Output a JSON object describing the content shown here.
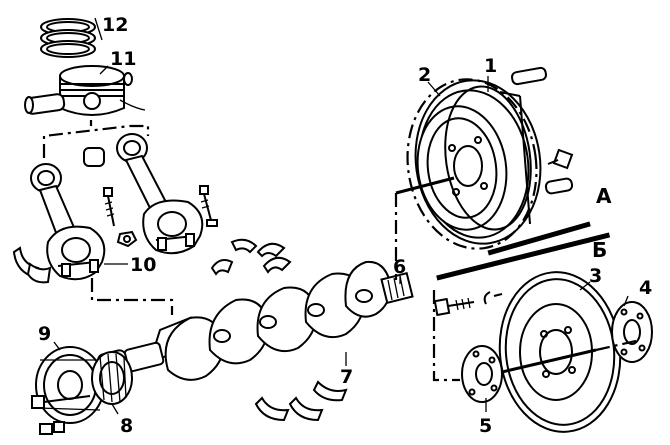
{
  "labels": {
    "l1": "1",
    "l2": "2",
    "l3": "3",
    "l4": "4",
    "l5": "5",
    "l6": "6",
    "l7": "7",
    "l8": "8",
    "l9": "9",
    "l10": "10",
    "l11": "11",
    "l12": "12",
    "lA": "А",
    "lB": "Б"
  }
}
